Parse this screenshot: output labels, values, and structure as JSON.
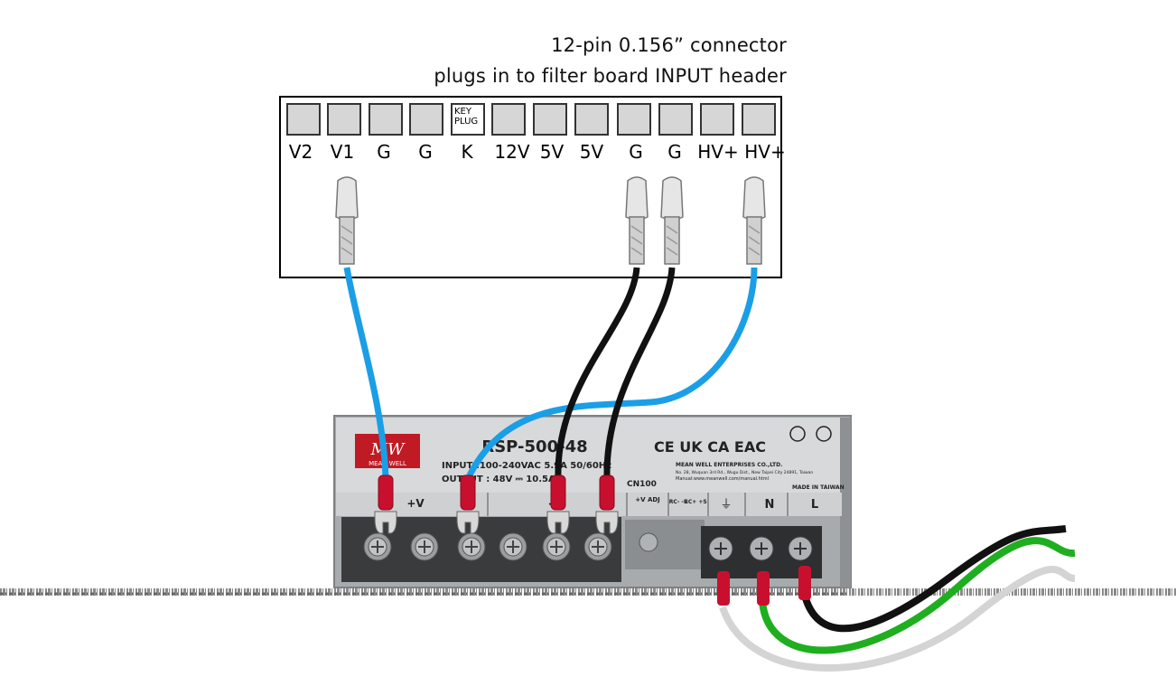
{
  "captions": {
    "line1": "12-pin 0.156” connector",
    "line2": "plugs in to filter board INPUT header"
  },
  "connector": {
    "pins": [
      {
        "label": "V2"
      },
      {
        "label": "V1"
      },
      {
        "label": "G"
      },
      {
        "label": "G"
      },
      {
        "label": "K",
        "slot_text": "KEY PLUG"
      },
      {
        "label": "12V"
      },
      {
        "label": "5V"
      },
      {
        "label": "5V"
      },
      {
        "label": "G"
      },
      {
        "label": "G"
      },
      {
        "label": "HV+"
      },
      {
        "label": "HV+"
      }
    ]
  },
  "psu": {
    "brand_top": "MW",
    "brand_name": "MEAN WELL",
    "model": "RSP-500-48",
    "input_line": "INPUT      :100-240VAC  5.9A  50/60Hz",
    "output_line": "OUTPUT          :  48V ⎓  10.5A",
    "cn_label": "CN100",
    "terminal_labels": {
      "plus_v": "+V",
      "minus_v": "-V",
      "v_adj": "+V ADJ",
      "rc_minus": "RC- -S",
      "rc_plus": "RC+ +S",
      "ground": "⏚",
      "neutral": "N",
      "line": "L"
    },
    "cert_marks": "CE UK CA EAC",
    "maker_text": "MEAN WELL ENTERPRISES CO.,LTD.",
    "address": "No. 28, Wuquan 3rd Rd., Wugu Dist., New Taipei City 24891, Taiwan",
    "manual": "Manual:www.meanwell.com/manual.html",
    "made_in": "MADE IN TAIWAN"
  },
  "colors": {
    "blue_wire": "#1a9fe6",
    "black_wire": "#111111",
    "green_wire": "#1fae1f",
    "white_wire": "#d4d4d4",
    "crimp_red": "#c8102e",
    "psu_body": "#9fa3a6",
    "psu_label": "#d9dadb",
    "meanwell_red": "#c01a24"
  }
}
